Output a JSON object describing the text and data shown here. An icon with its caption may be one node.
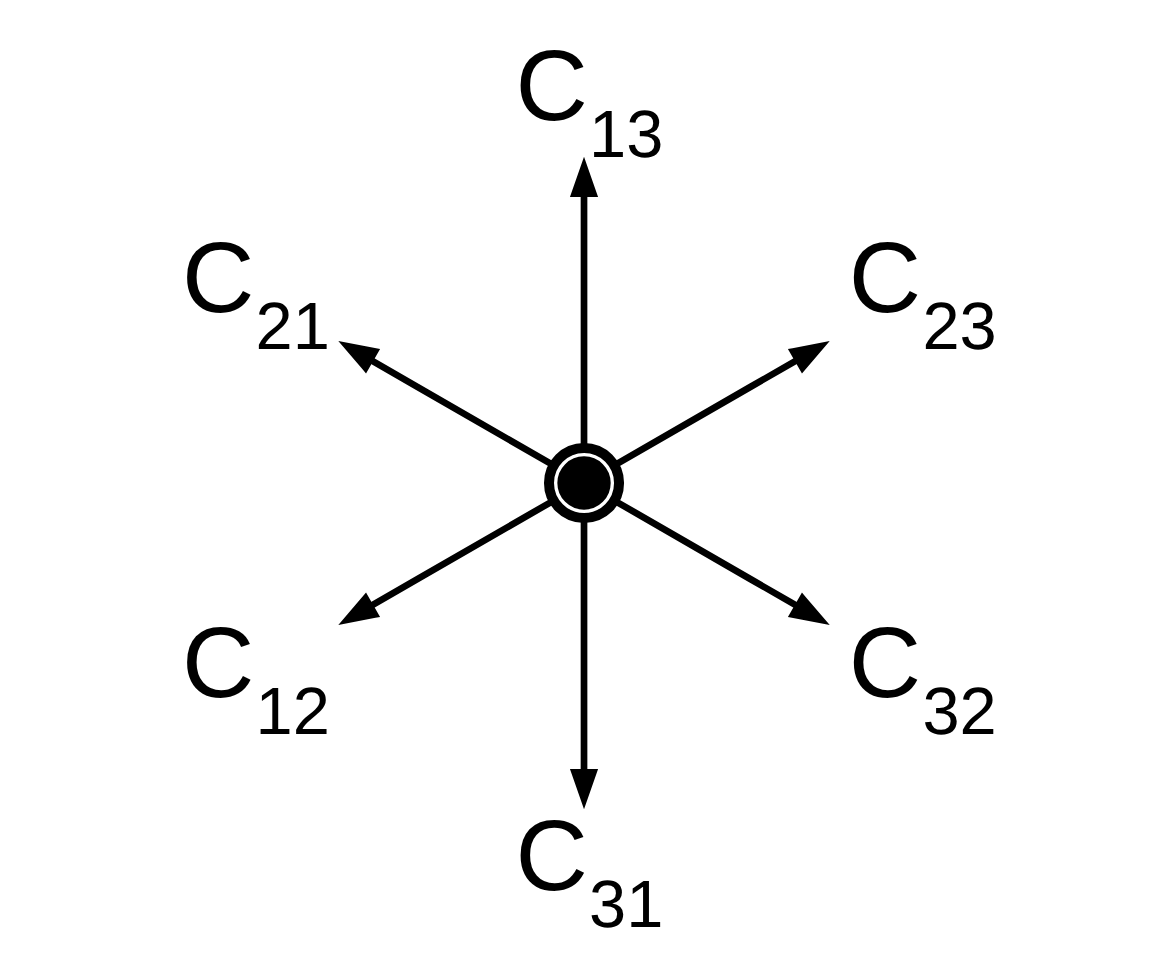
{
  "diagram": {
    "nodes": [
      {
        "text": [
          "C$_{23}$"
        ]
      },
      {
        "text": [
          "C$_{13}$"
        ]
      },
      {
        "text": [
          "C$_{21}$"
        ]
      },
      {
        "text": [],
        "shape": "circle"
      },
      {
        "text": [
          "C$_{12}$"
        ]
      },
      {
        "text": [
          "C$_{31}$"
        ]
      },
      {
        "text": [
          "C$_{32}$"
        ]
      }
    ],
    "edges": [
      {
        "from": 3,
        "to": 0,
        "arrow": "to"
      },
      {
        "from": 3,
        "to": 1,
        "arrow": "to"
      },
      {
        "from": 3,
        "to": 2,
        "arrow": "to"
      },
      {
        "from": 3,
        "to": 4,
        "arrow": "to"
      },
      {
        "from": 3,
        "to": 5,
        "arrow": "to"
      },
      {
        "from": 3,
        "to": 6,
        "arrow": "to"
      }
    ]
  }
}
